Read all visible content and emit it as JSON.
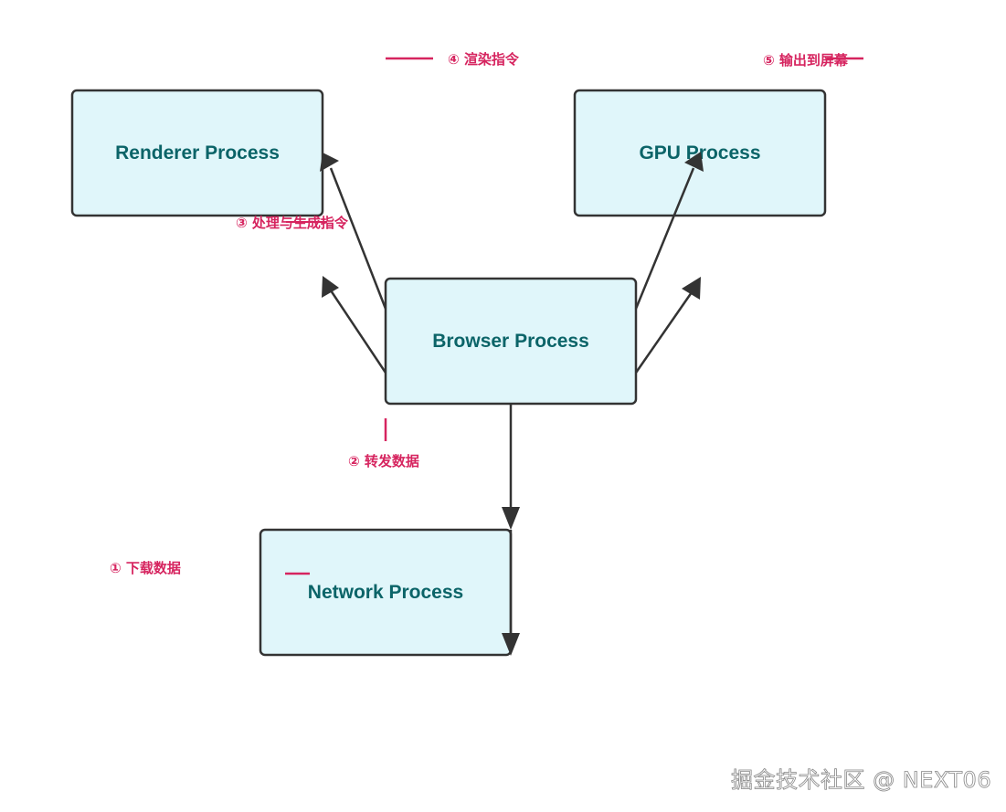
{
  "boxes": {
    "renderer": "Renderer Process",
    "gpu": "GPU Process",
    "browser": "Browser Process",
    "network": "Network Process"
  },
  "steps": {
    "step1": "① 下载数据",
    "step2": "② 转发数据",
    "step3": "③ 处理与生成指令",
    "step4": "④ 渲染指令",
    "step5": "⑤ 输出到屏幕"
  },
  "watermark": "掘金技术社区 @ NEXT06",
  "colors": {
    "box_fill": "#e0f6fa",
    "box_stroke": "#333333",
    "box_text": "#0b6468",
    "arrow": "#333333",
    "step_text": "#d6245f"
  }
}
